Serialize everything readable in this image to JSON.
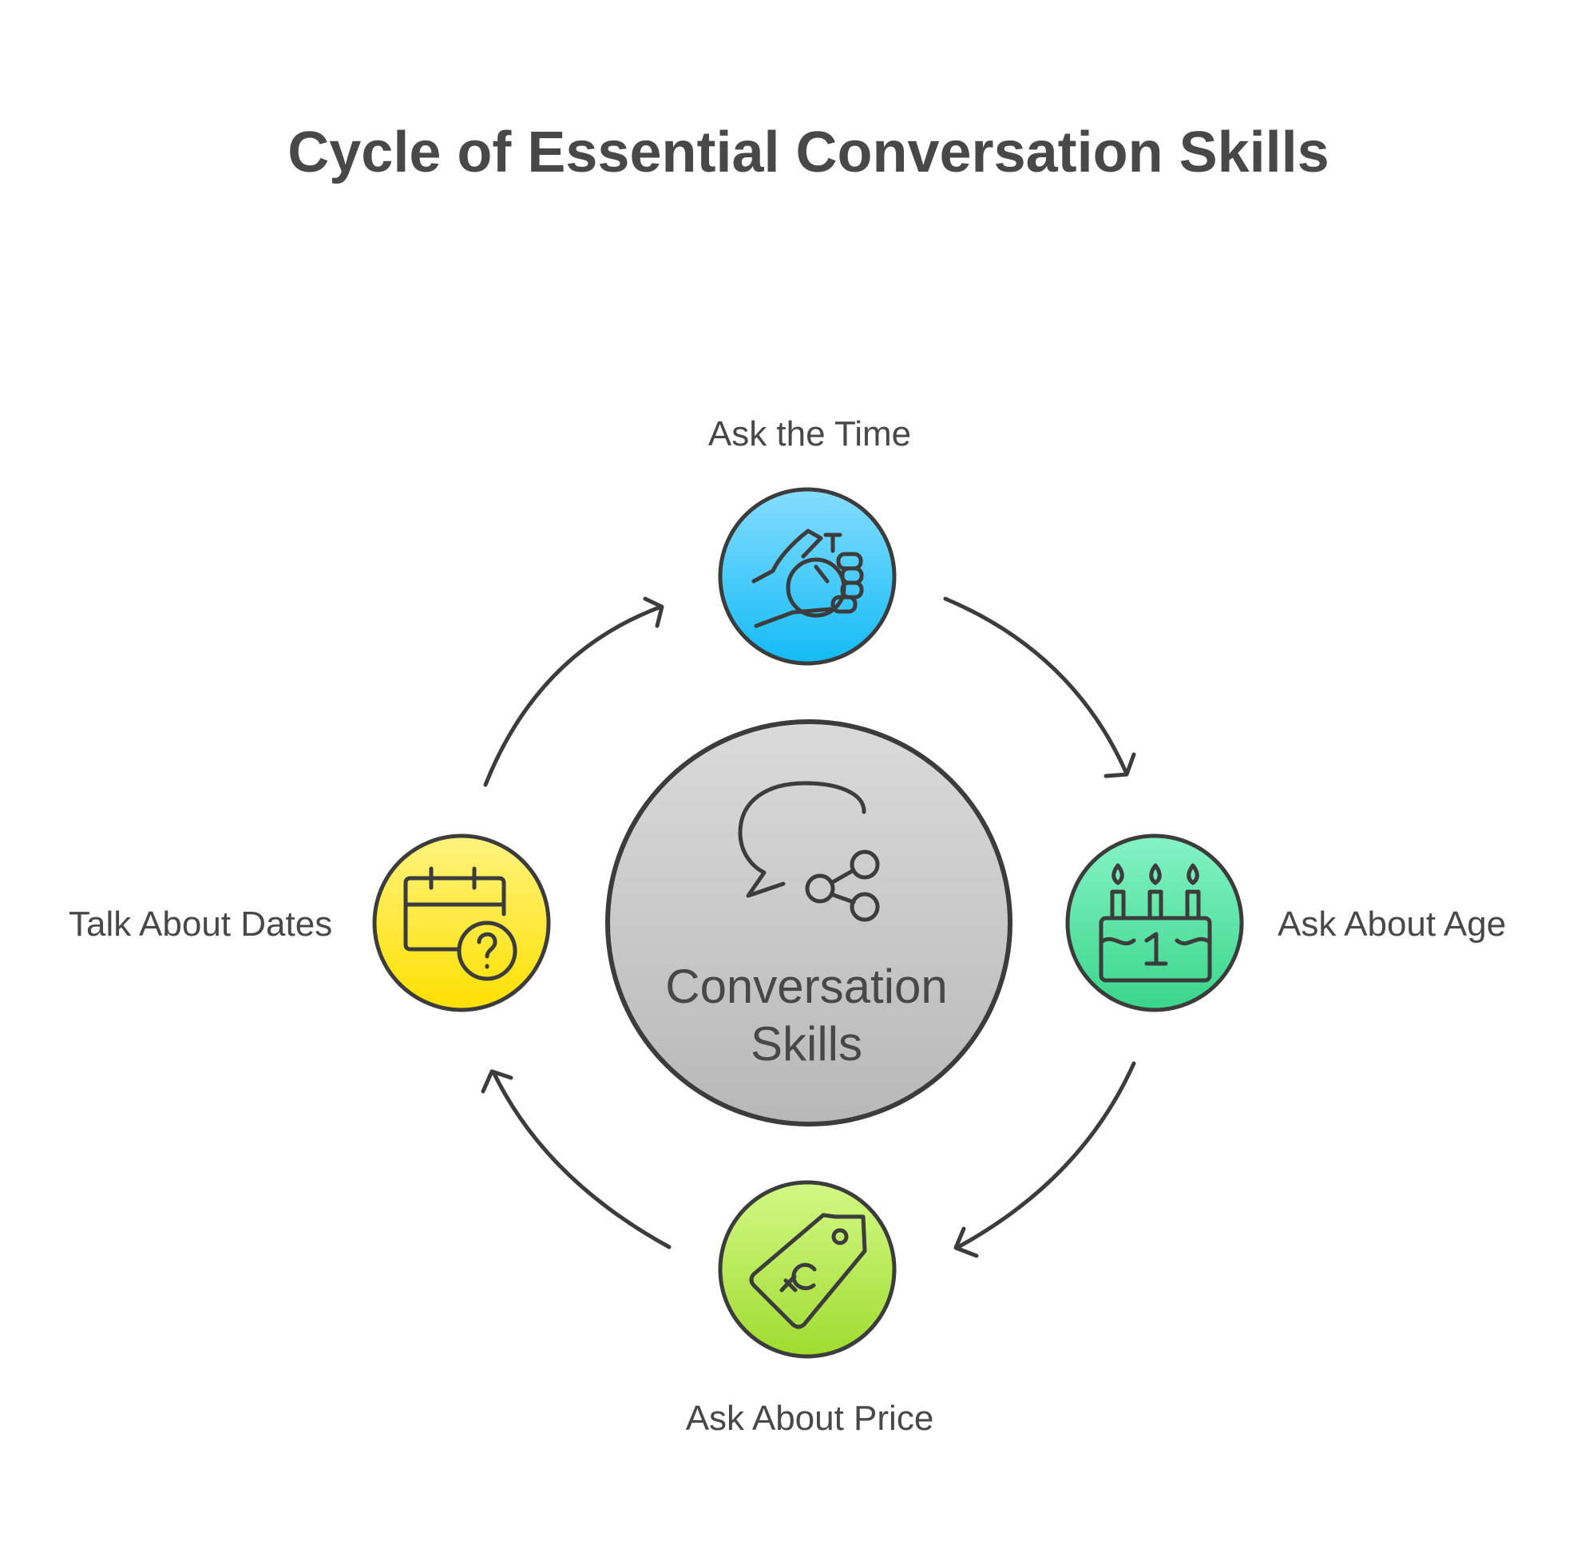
{
  "title": "Cycle of Essential Conversation Skills",
  "center": {
    "line1": "Conversation",
    "line2": "Skills",
    "icon": "chat-share-icon"
  },
  "nodes": [
    {
      "label": "Ask the Time",
      "icon": "hand-stopwatch-icon",
      "color_top": "#7fdcff",
      "color_bottom": "#19bdf5"
    },
    {
      "label": "Ask About Age",
      "icon": "birthday-cake-icon",
      "color_top": "#7ff2c0",
      "color_bottom": "#3ed88d"
    },
    {
      "label": "Ask About Price",
      "icon": "price-tag-icon",
      "color_top": "#cdf77e",
      "color_bottom": "#a3de33"
    },
    {
      "label": "Talk About Dates",
      "icon": "calendar-question-icon",
      "color_top": "#fff176",
      "color_bottom": "#fde20a"
    }
  ],
  "colors": {
    "text": "#484848",
    "stroke": "#3c3c3c",
    "center_top": "#d9d9d9",
    "center_bottom": "#b9b9b9"
  }
}
